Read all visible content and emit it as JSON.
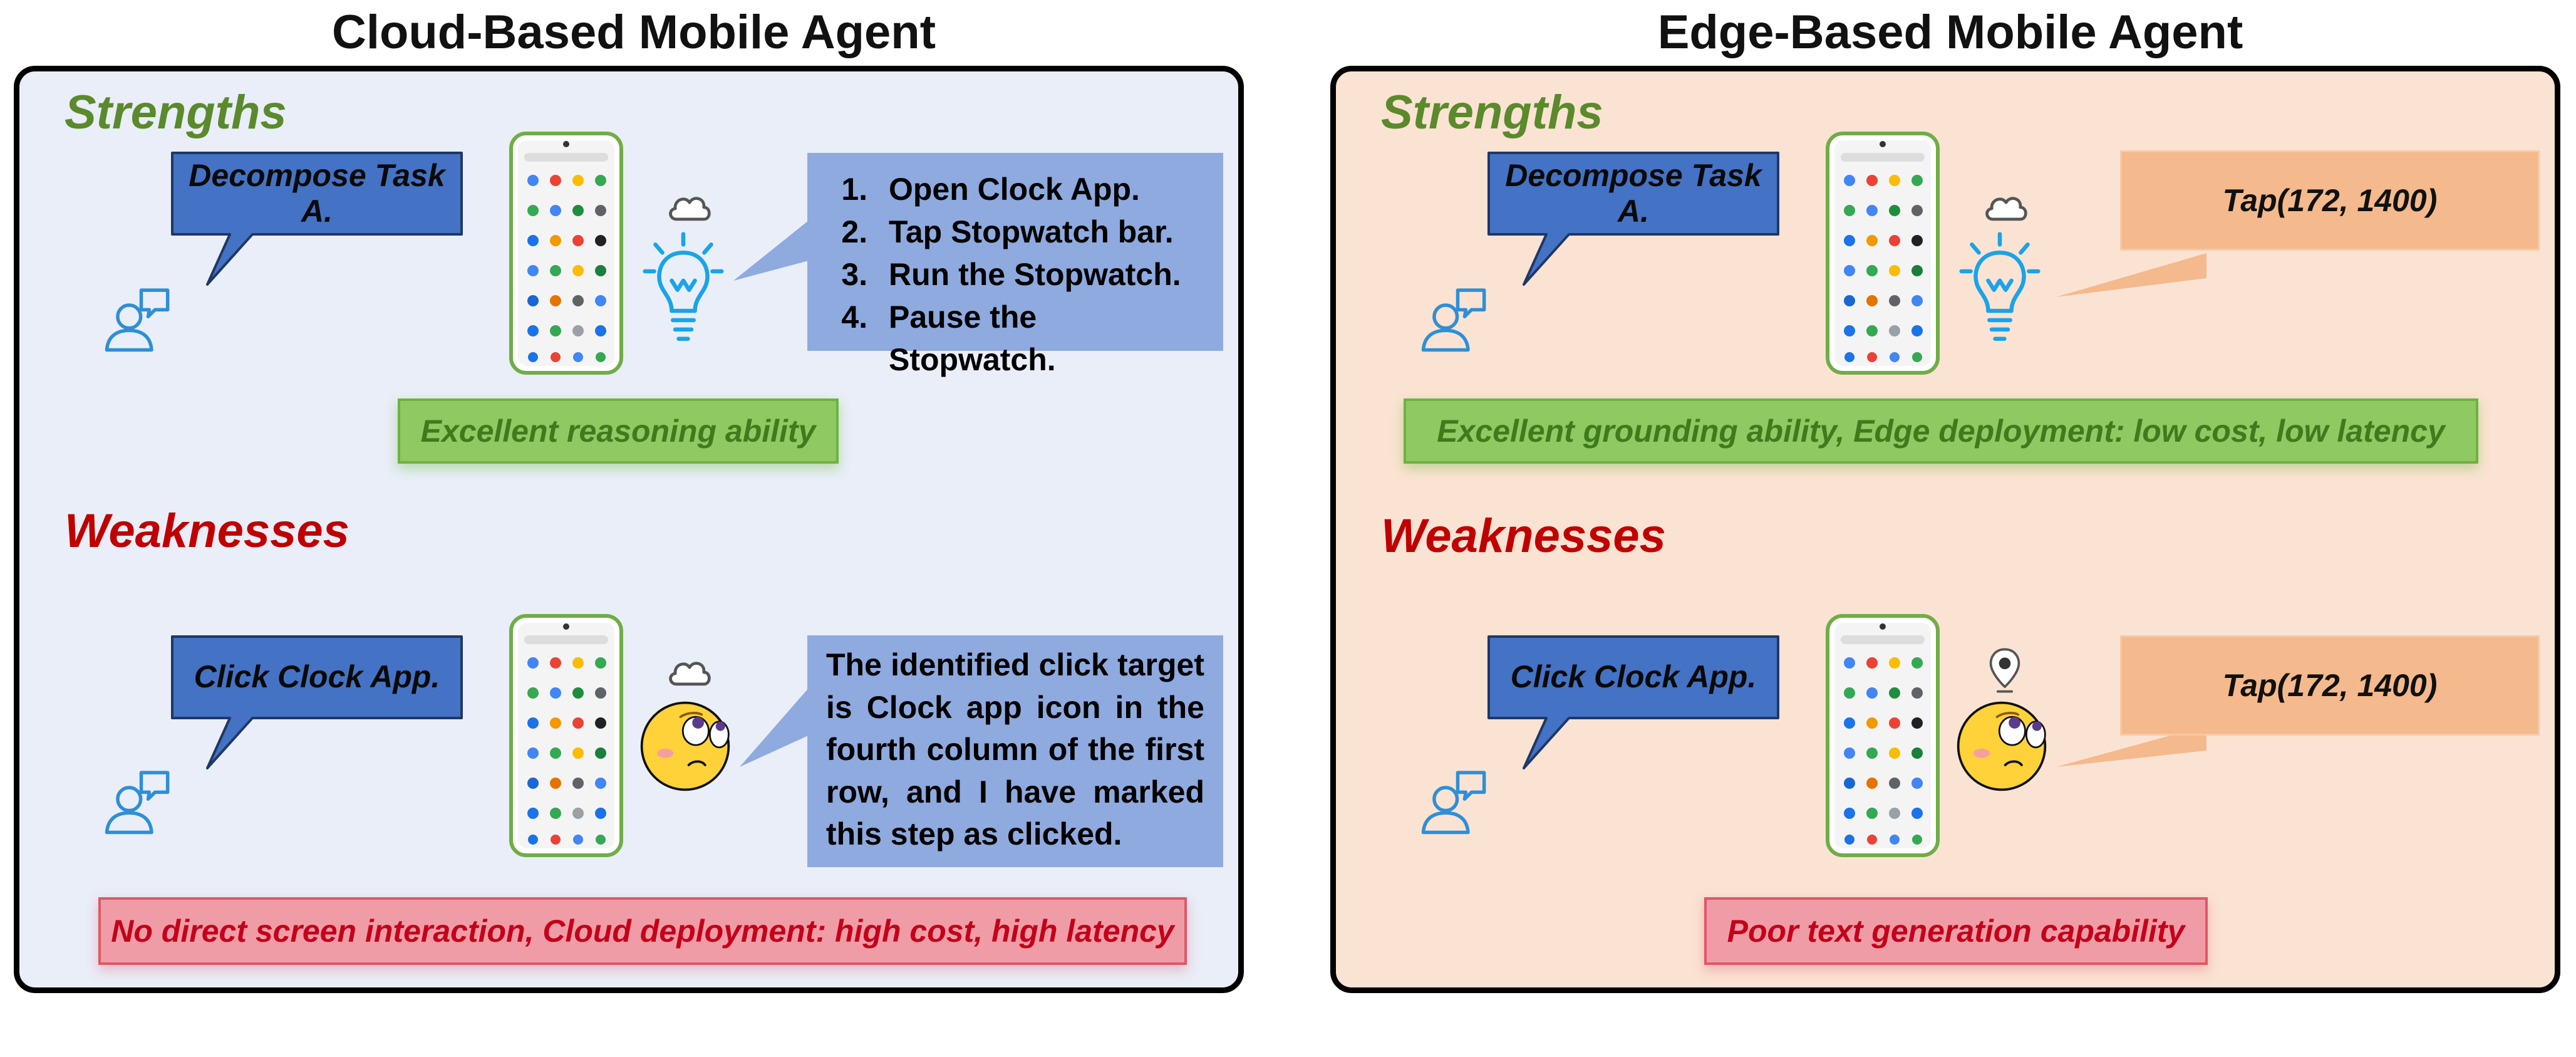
{
  "cloud": {
    "title": "Cloud-Based Mobile Agent",
    "strengths_label": "Strengths",
    "weaknesses_label": "Weaknesses",
    "strength_instruction": "Decompose Task A.",
    "plan_steps": [
      "Open Clock App.",
      "Tap Stopwatch bar.",
      "Run the Stopwatch.",
      "Pause the Stopwatch."
    ],
    "strength_tag": "Excellent reasoning ability",
    "weakness_instruction": "Click Clock App.",
    "weakness_response": "The identified click target is Clock app icon in the fourth column of the first row, and I have marked this step as clicked.",
    "weakness_tag": "No direct screen interaction, Cloud deployment: high cost, high latency"
  },
  "edge": {
    "title": "Edge-Based Mobile Agent",
    "strengths_label": "Strengths",
    "weaknesses_label": "Weaknesses",
    "strength_instruction": "Decompose Task A.",
    "strength_response": "Tap(172, 1400)",
    "strength_tag": "Excellent grounding ability, Edge deployment: low cost, low latency",
    "weakness_instruction": "Click Clock App.",
    "weakness_response": "Tap(172, 1400)",
    "weakness_tag": "Poor text generation capability"
  },
  "icons": [
    "user-chat-icon",
    "phone-screen-icon",
    "cloud-icon",
    "lightbulb-icon",
    "thinking-face-icon",
    "location-pin-icon"
  ],
  "colors": {
    "strength_green": "#5a8a2c",
    "weakness_red": "#c00000",
    "speech_blue": "#4472c4",
    "cloud_bg": "#e9eef8",
    "edge_bg": "#fbe3d3"
  }
}
